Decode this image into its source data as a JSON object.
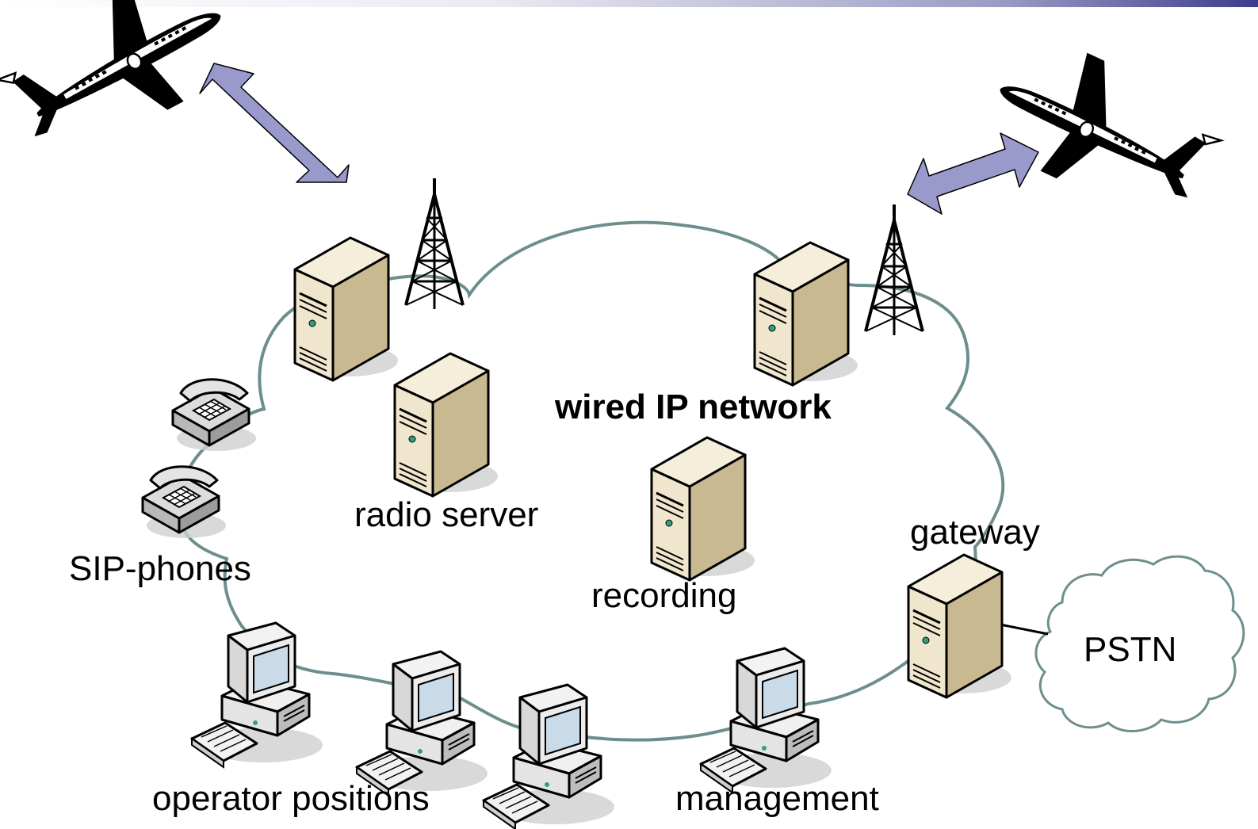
{
  "labels": {
    "network": "wired IP network",
    "radio_server": "radio server",
    "recording": "recording",
    "gateway": "gateway",
    "sip_phones": "SIP-phones",
    "operator_positions": "operator positions",
    "management": "management",
    "pstn": "PSTN"
  },
  "colors": {
    "cloud_outline": "#6e8e8e",
    "arrow_fill": "#9999cc",
    "server_front": "#e9dfc4",
    "server_side": "#c9b990",
    "shadow": "#c8c8c8"
  }
}
